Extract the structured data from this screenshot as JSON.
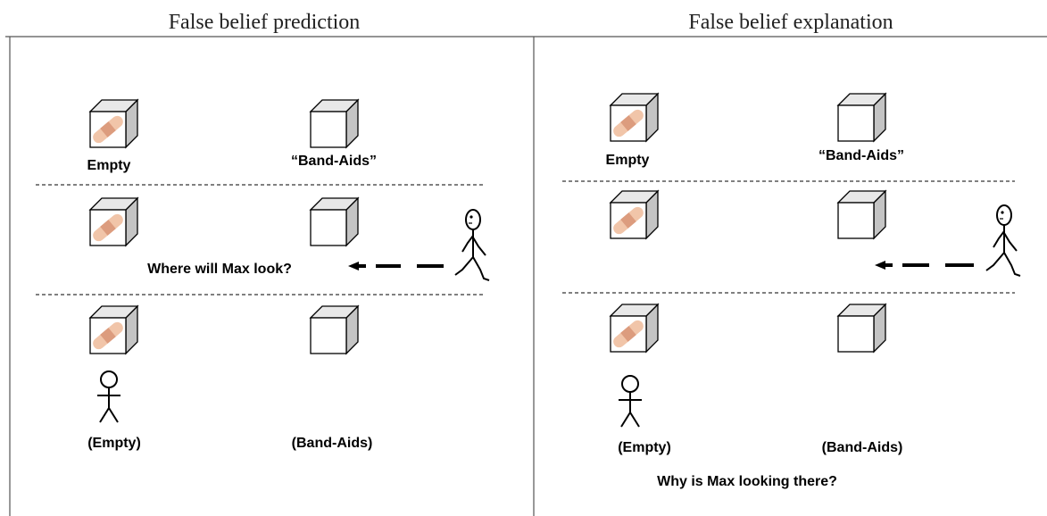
{
  "titles": {
    "left": "False belief prediction",
    "right": "False belief explanation"
  },
  "left_panel": {
    "box1_label": "Empty",
    "box2_label": "“Band-Aids”",
    "question": "Where will Max look?",
    "bottom_left_label": "(Empty)",
    "bottom_right_label": "(Band-Aids)"
  },
  "right_panel": {
    "box1_label": "Empty",
    "box2_label": "“Band-Aids”",
    "bottom_left_label": "(Empty)",
    "bottom_right_label": "(Band-Aids)",
    "question": "Why is Max looking there?"
  },
  "icons": {
    "box": "box-icon",
    "bandaid": "bandaid-icon",
    "walking_person": "walking-stick-figure-icon",
    "standing_person": "standing-stick-figure-icon",
    "arrow": "left-dashed-arrow-icon"
  },
  "colors": {
    "box_front": "#ffffff",
    "box_side": "#c4c4c4",
    "box_top": "#e8e8e8",
    "bandaid": "#f0c2a4",
    "bandaid_pad": "#d89477",
    "line": "#000000"
  }
}
